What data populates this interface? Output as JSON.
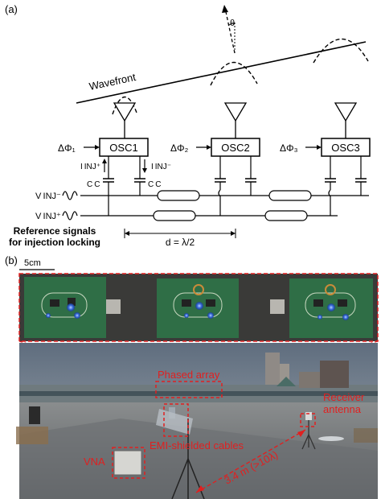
{
  "panel_a": {
    "label": "(a)",
    "wavefront": "Wavefront",
    "theta": "θ",
    "oscillators": [
      {
        "name": "OSC1",
        "phase": "ΔΦ₁"
      },
      {
        "name": "OSC2",
        "phase": "ΔΦ₂"
      },
      {
        "name": "OSC3",
        "phase": "ΔΦ₃"
      }
    ],
    "iinj_plus": "I INJ⁺",
    "iinj_minus": "I INJ⁻",
    "cc": "C C",
    "vinj_minus": "V INJ⁻",
    "vinj_plus": "V INJ⁺",
    "ref_line1": "Reference signals",
    "ref_line2": "for injection locking",
    "spacing": "d = λ/2"
  },
  "panel_b": {
    "label": "(b)",
    "scale": "5cm",
    "annotations": {
      "phased_array": "Phased array",
      "emi": "EMI-shielded cables",
      "vna": "VNA",
      "receiver_line1": "Receiver",
      "receiver_line2": "antenna",
      "distance": "3.4 m (>10λ)"
    }
  },
  "colors": {
    "annotation": "#e02020",
    "board": "#2f6e46",
    "led": "#3b6fe0"
  }
}
